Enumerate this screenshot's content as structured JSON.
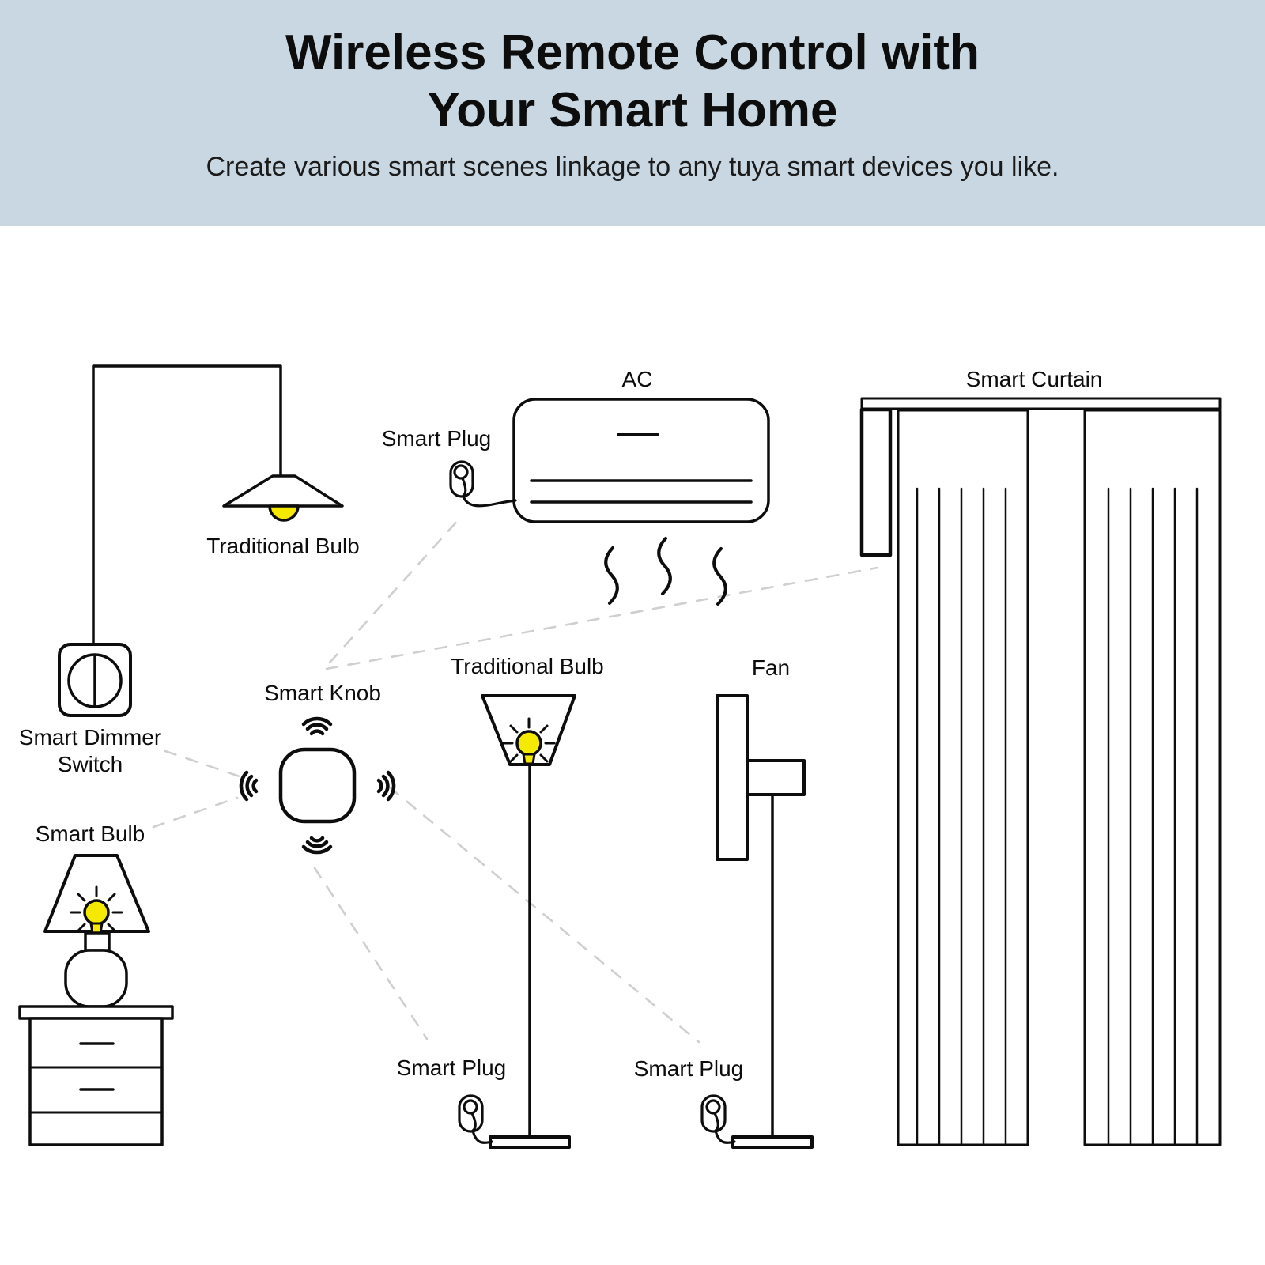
{
  "header": {
    "title_line1": "Wireless Remote Control with",
    "title_line2": "Your Smart Home",
    "subtitle": "Create various smart scenes linkage to any tuya smart devices you like.",
    "background_color": "#c8d7e2"
  },
  "diagram": {
    "hub": {
      "label": "Smart Knob"
    },
    "devices": {
      "pendant_lamp": {
        "label": "Traditional Bulb"
      },
      "dimmer_switch": {
        "label": "Smart Dimmer Switch"
      },
      "table_lamp": {
        "label": "Smart Bulb"
      },
      "ac": {
        "label": "AC",
        "plug_label": "Smart Plug"
      },
      "curtain": {
        "label": "Smart Curtain"
      },
      "floor_lamp": {
        "label": "Traditional Bulb",
        "plug_label": "Smart Plug"
      },
      "fan": {
        "label": "Fan",
        "plug_label": "Smart Plug"
      }
    },
    "colors": {
      "bulb_yellow": "#f6e900",
      "line_black": "#0d0d0d",
      "dashed_gray": "#cfcfcf"
    }
  }
}
